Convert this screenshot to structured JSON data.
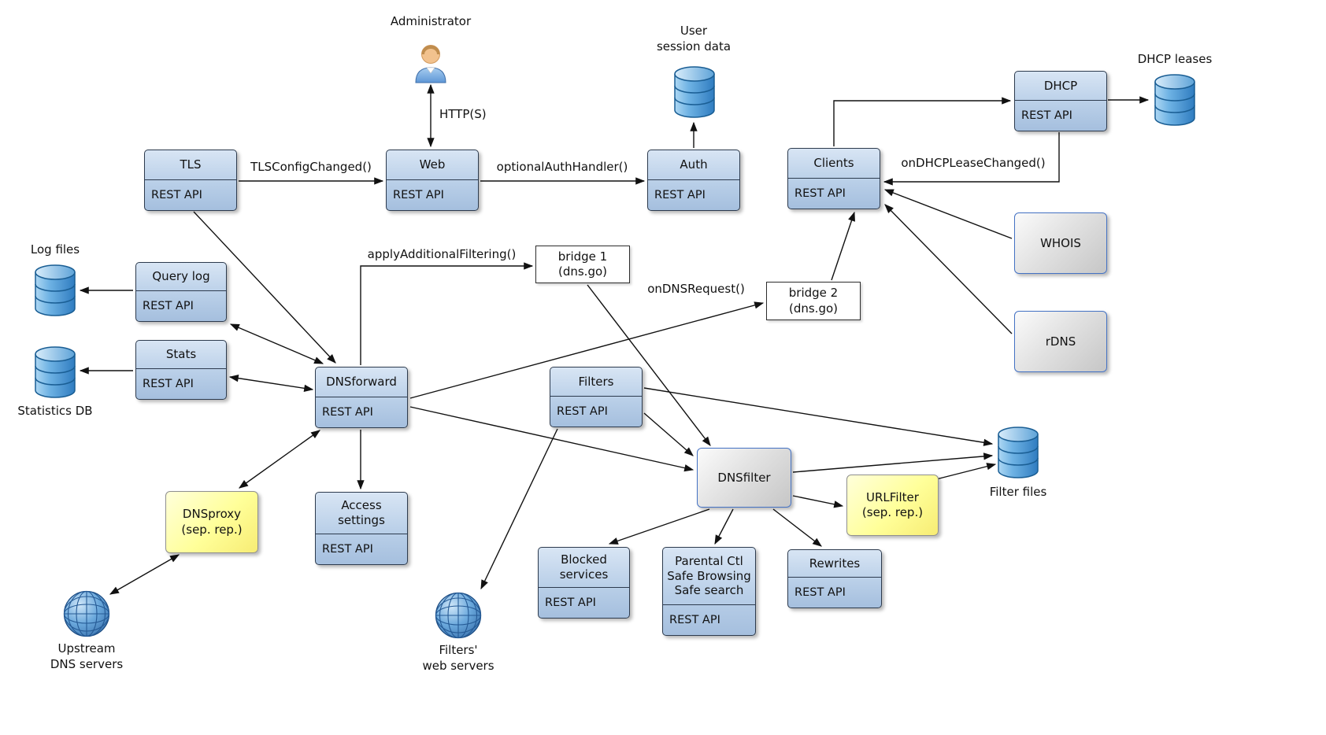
{
  "nodes": {
    "tls": {
      "title": "TLS",
      "api": "REST API"
    },
    "web": {
      "title": "Web",
      "api": "REST API"
    },
    "auth": {
      "title": "Auth",
      "api": "REST API"
    },
    "clients": {
      "title": "Clients",
      "api": "REST API"
    },
    "dhcp": {
      "title": "DHCP",
      "api": "REST API"
    },
    "query_log": {
      "title": "Query log",
      "api": "REST API"
    },
    "stats": {
      "title": "Stats",
      "api": "REST API"
    },
    "dnsforward": {
      "title": "DNSforward",
      "api": "REST API"
    },
    "filters": {
      "title": "Filters",
      "api": "REST API"
    },
    "access_settings": {
      "title": "Access\nsettings",
      "api": "REST API"
    },
    "blocked_services": {
      "title": "Blocked\nservices",
      "api": "REST API"
    },
    "parental": {
      "title": "Parental Ctl\nSafe Browsing\nSafe search",
      "api": "REST API"
    },
    "rewrites": {
      "title": "Rewrites",
      "api": "REST API"
    },
    "whois": {
      "title": "WHOIS"
    },
    "rdns": {
      "title": "rDNS"
    },
    "dnsfilter": {
      "title": "DNSfilter"
    },
    "dnsproxy": {
      "title": "DNSproxy\n(sep. rep.)"
    },
    "urlfilter": {
      "title": "URLFilter\n(sep. rep.)"
    },
    "bridge1": {
      "title": "bridge 1\n(dns.go)"
    },
    "bridge2": {
      "title": "bridge 2\n(dns.go)"
    }
  },
  "externals": {
    "administrator": "Administrator",
    "user_session_db": "User\nsession data",
    "dhcp_leases_db": "DHCP leases",
    "log_files_db": "Log files",
    "statistics_db": "Statistics DB",
    "filter_files_db": "Filter files",
    "upstream_dns": "Upstream\nDNS servers",
    "filters_web": "Filters'\nweb servers"
  },
  "edge_labels": {
    "http": "HTTP(S)",
    "tls_config_changed": "TLSConfigChanged()",
    "optional_auth_handler": "optionalAuthHandler()",
    "on_dhcp_lease_changed": "onDHCPLeaseChanged()",
    "apply_additional_filtering": "applyAdditionalFiltering()",
    "on_dns_request": "onDNSRequest()"
  },
  "icons": {
    "administrator": "person-icon",
    "user_session_db": "database-cylinder-icon",
    "dhcp_leases_db": "database-cylinder-icon",
    "log_files_db": "database-cylinder-icon",
    "statistics_db": "database-cylinder-icon",
    "filter_files_db": "database-cylinder-icon",
    "upstream_dns": "globe-icon",
    "filters_web": "globe-icon"
  },
  "colors": {
    "module_fill": "#b9cfe8",
    "module_border": "#2d3b4e",
    "plain_fill": "#d9d9d9",
    "plain_border": "#4472c4",
    "yellow_fill": "#ffff99",
    "bridge_fill": "#ffffff",
    "database_blue": "#4a97d2",
    "globe_blue": "#3f76bf",
    "arrow": "#111111",
    "background": "#ffffff"
  }
}
